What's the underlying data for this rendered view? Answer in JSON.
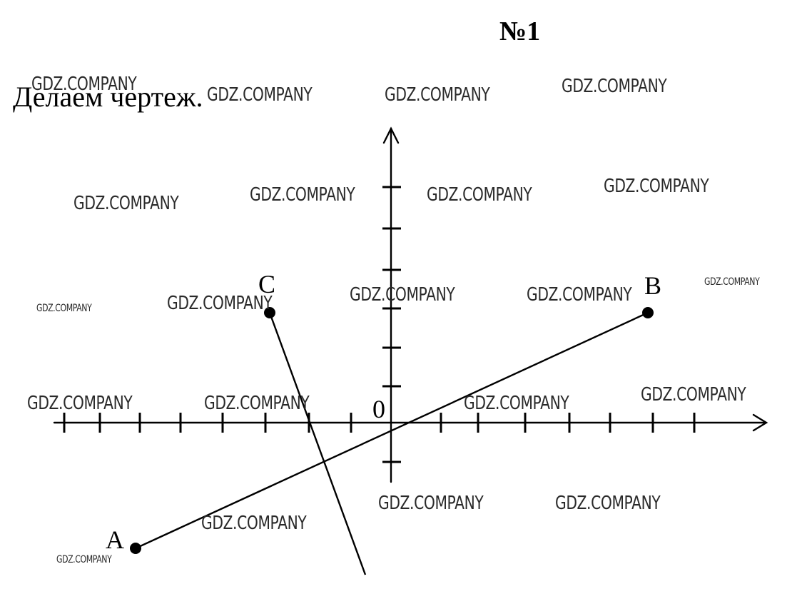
{
  "title": "№1",
  "intro": "Делаем чертеж.",
  "origin_label": "0",
  "points": {
    "A": "A",
    "B": "B",
    "C": "C"
  },
  "watermark": "GDZ.COMPANY",
  "colors": {
    "ink": "#000000",
    "background": "#ffffff"
  }
}
